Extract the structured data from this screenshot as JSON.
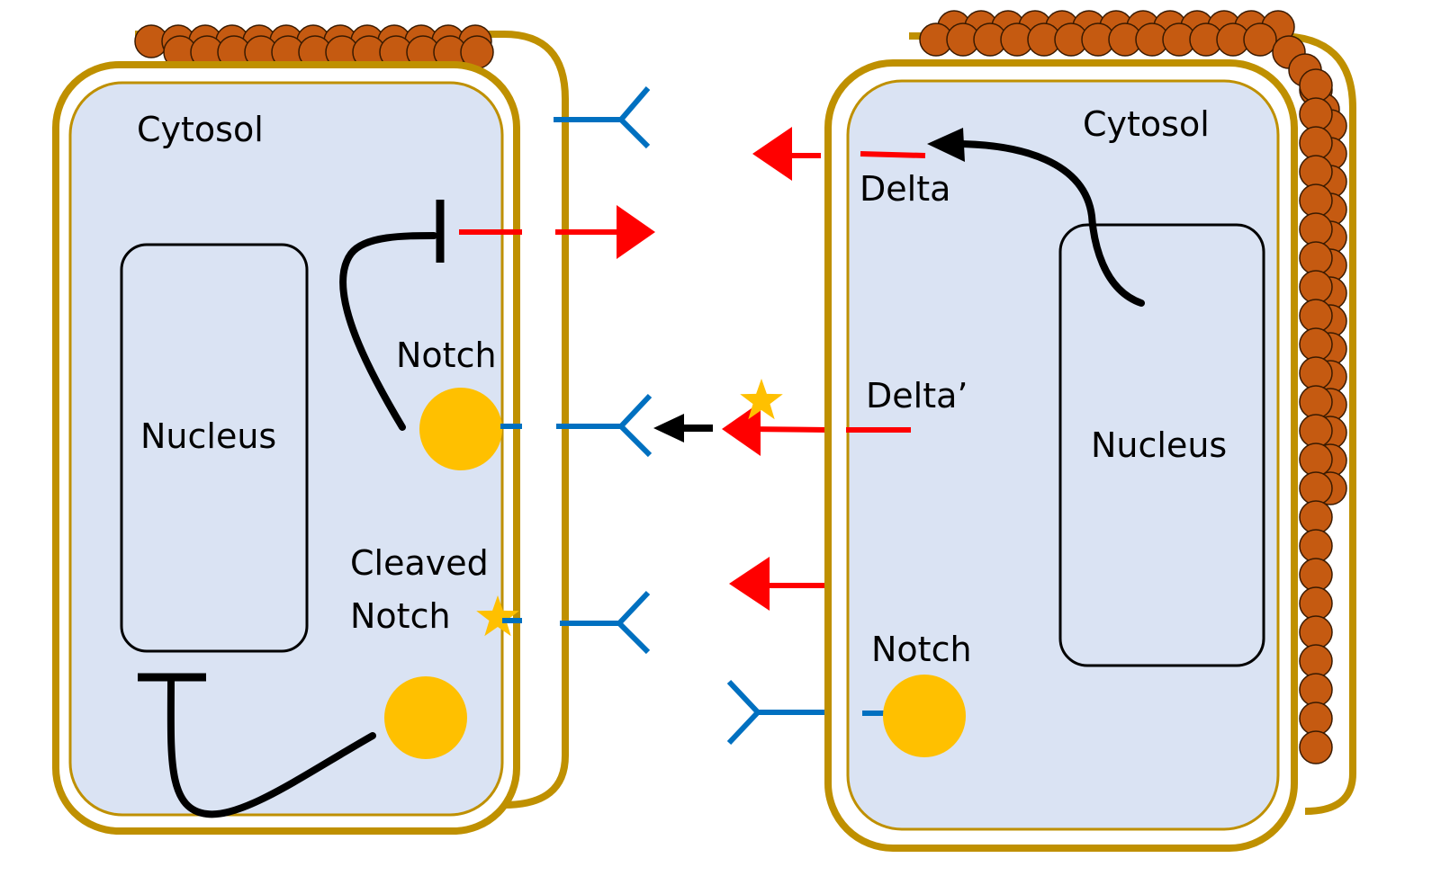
{
  "labels": {
    "left_cytosol": "Cytosol",
    "left_nucleus": "Nucleus",
    "left_notch": "Notch",
    "cleaved_notch_line1": "Cleaved",
    "cleaved_notch_line2": "Notch",
    "right_cytosol": "Cytosol",
    "right_nucleus": "Nucleus",
    "delta": "Delta",
    "delta_prime": "Delta’",
    "right_notch": "Notch"
  },
  "colors": {
    "membrane": "#BF9000",
    "cytosol": "#DAE3F3",
    "delta": "#FF0000",
    "notch_receptor": "#0070C0",
    "notch_protein": "#FFC000",
    "star": "#FFC000",
    "wall_bead": "#C55A11",
    "bead_outline": "#3A1A00",
    "arrow_black": "#000000"
  },
  "icons": {
    "wall_beads": "cell-wall-bead-icon",
    "notch_body": "notch-circle-icon",
    "activation_star": "star-icon",
    "receptor": "y-receptor-icon",
    "ligand_arrow": "red-arrow-icon",
    "inhibition": "t-bar-inhibition-icon"
  }
}
